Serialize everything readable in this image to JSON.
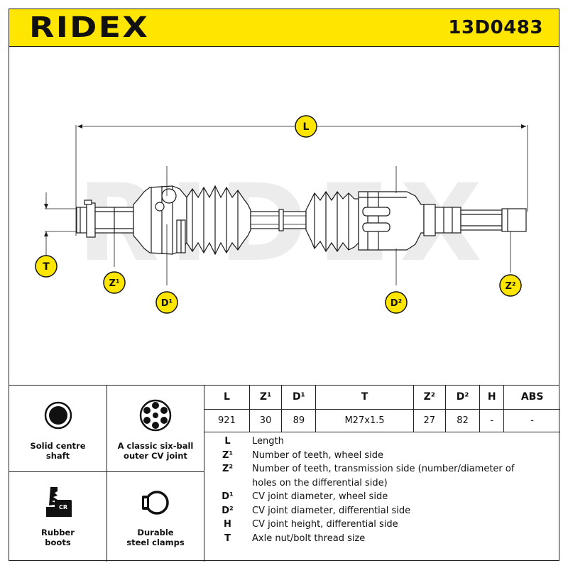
{
  "header": {
    "brand": "RIDEX",
    "part_number": "13D0483"
  },
  "watermark": "RIDEX",
  "callouts": {
    "L": "L",
    "T": "T",
    "Z1": "Z¹",
    "D1": "D¹",
    "D2": "D²",
    "Z2": "Z²"
  },
  "colors": {
    "accent_yellow": "#ffe600",
    "line": "#1a1a1a",
    "watermark": "#e9e9e9"
  },
  "features": [
    {
      "icon": "solid-shaft-icon",
      "label_line1": "Solid centre",
      "label_line2": "shaft"
    },
    {
      "icon": "six-ball-joint-icon",
      "label_line1": "A classic six-ball",
      "label_line2": "outer CV joint"
    },
    {
      "icon": "rubber-boot-icon",
      "label_line1": "Rubber",
      "label_line2": "boots",
      "badge": "CR"
    },
    {
      "icon": "steel-clamp-icon",
      "label_line1": "Durable",
      "label_line2": "steel clamps"
    }
  ],
  "specs": {
    "headers": [
      "L",
      "Z¹",
      "D¹",
      "T",
      "Z²",
      "D²",
      "H",
      "ABS"
    ],
    "values": [
      "921",
      "30",
      "89",
      "M27x1.5",
      "27",
      "82",
      "-",
      "-"
    ]
  },
  "legend": [
    {
      "key": "L",
      "text": "Length"
    },
    {
      "key": "Z¹",
      "text": "Number of teeth, wheel side"
    },
    {
      "key": "Z²",
      "text": "Number of teeth, transmission side (number/diameter of holes on the differential side)"
    },
    {
      "key": "D¹",
      "text": "CV joint diameter, wheel side"
    },
    {
      "key": "D²",
      "text": "CV joint diameter, differential side"
    },
    {
      "key": "H",
      "text": "CV joint height, differential side"
    },
    {
      "key": "T",
      "text": "Axle nut/bolt thread size"
    }
  ]
}
